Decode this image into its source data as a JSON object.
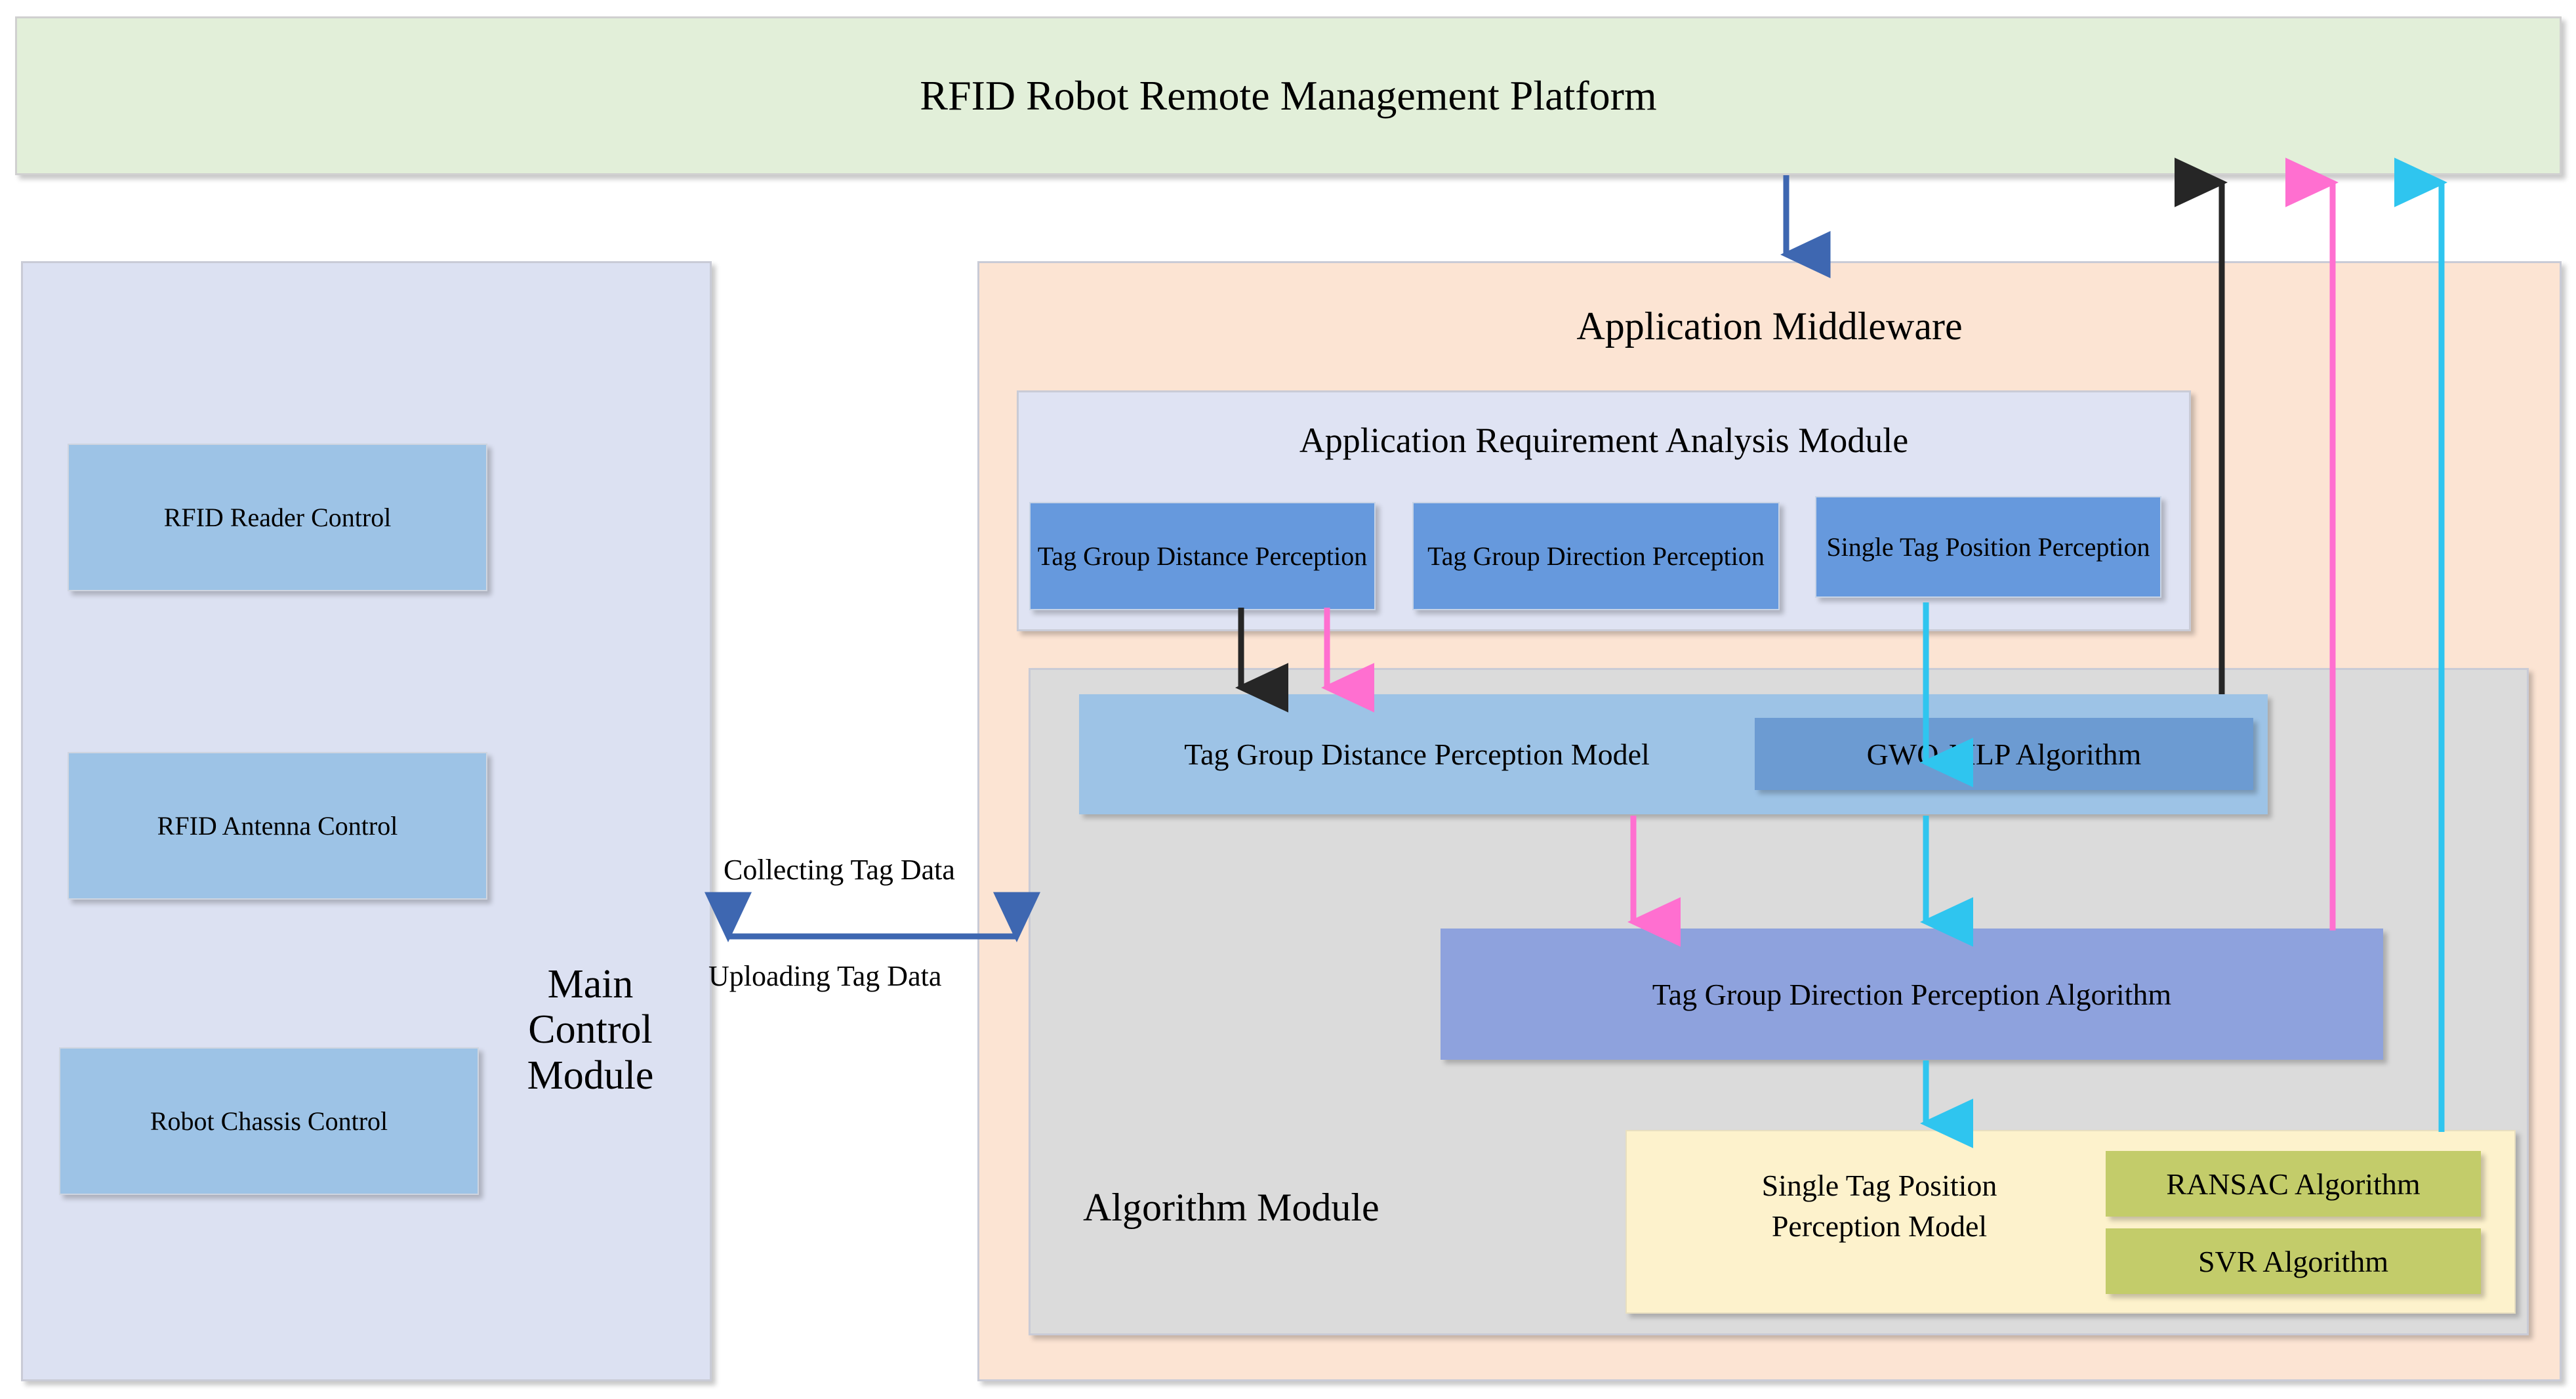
{
  "platform": {
    "title": "RFID Robot Remote Management Platform"
  },
  "main_control": {
    "title": "Main\nControl\nModule",
    "title_lines": [
      "Main",
      "Control",
      "Module"
    ],
    "boxes": [
      {
        "label": "RFID Reader Control"
      },
      {
        "label": "RFID Antenna Control"
      },
      {
        "label": "Robot Chassis  Control"
      }
    ]
  },
  "middleware": {
    "title": "Application Middleware",
    "requirement_module": {
      "title": "Application Requirement Analysis Module",
      "boxes": [
        {
          "label": "Tag Group Distance Perception"
        },
        {
          "label": "Tag Group Direction Perception"
        },
        {
          "label": "Single Tag Position Perception"
        }
      ]
    },
    "algorithm_module": {
      "title": "Algorithm Module",
      "distance_model": {
        "label": "Tag Group Distance  Perception Model",
        "algorithm": "GWO-MLP Algorithm"
      },
      "direction_algorithm": {
        "label": "Tag Group Direction Perception Algorithm"
      },
      "position_model": {
        "label": "Single Tag Position\nPerception Model",
        "label_lines": [
          "Single Tag Position",
          "Perception Model"
        ],
        "algorithms": [
          {
            "label": "RANSAC Algorithm"
          },
          {
            "label": "SVR Algorithm"
          }
        ]
      }
    }
  },
  "connections": {
    "collecting_label": "Collecting Tag Data",
    "uploading_label": "Uploading Tag Data"
  },
  "colors": {
    "platform_fill": "#e2efd9",
    "main_panel_fill": "#dce1f2",
    "middleware_fill": "#fce4d3",
    "requirement_fill": "#dfe3f3",
    "algorithm_fill": "#dbdbdb",
    "perception_fill": "#6699dd",
    "control_box_fill": "#9dc3e6",
    "model_fill": "#9dc3e6",
    "gwo_fill": "#6c9bd2",
    "direction_fill": "#8ea2dd",
    "position_fill": "#fdf2cc",
    "chip_fill": "#c3cc6a",
    "arrow_blue": "#3e67b1",
    "arrow_black": "#262626",
    "arrow_magenta": "#ff6fd0",
    "arrow_cyan": "#2fc5ef"
  }
}
